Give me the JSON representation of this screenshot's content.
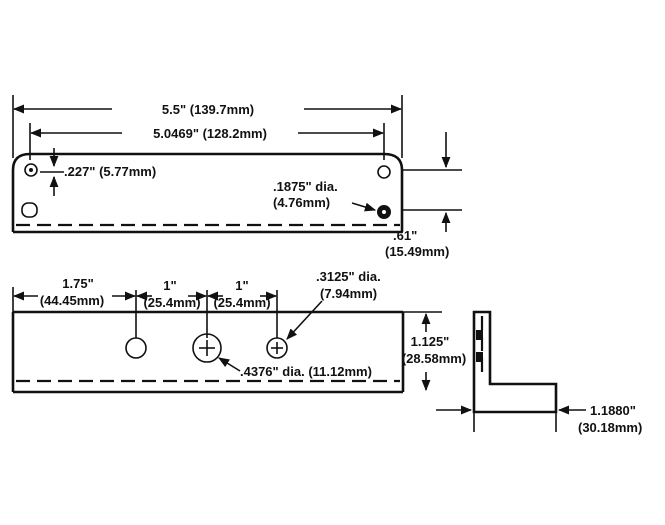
{
  "top_view": {
    "overall_length": "5.5\" (139.7mm)",
    "hole_spacing": "5.0469\" (128.2mm)",
    "edge_offset": ".227\" (5.77mm)",
    "small_hole_dia_line1": ".1875\" dia.",
    "small_hole_dia_line2": "(4.76mm)",
    "hole_height_line1": ".61\"",
    "hole_height_line2": "(15.49mm)"
  },
  "front_view": {
    "offset_1_line1": "1.75\"",
    "offset_1_line2": "(44.45mm)",
    "spacing_a_line1": "1\"",
    "spacing_a_line2": "(25.4mm)",
    "spacing_b_line1": "1\"",
    "spacing_b_line2": "(25.4mm)",
    "mid_hole_dia_line1": ".3125\" dia.",
    "mid_hole_dia_line2": "(7.94mm)",
    "large_hole_dia": ".4376\" dia. (11.12mm)",
    "height_line1": "1.125\"",
    "height_line2": "(28.58mm)"
  },
  "side_view": {
    "depth_line1": "1.1880\"",
    "depth_line2": "(30.18mm)"
  }
}
